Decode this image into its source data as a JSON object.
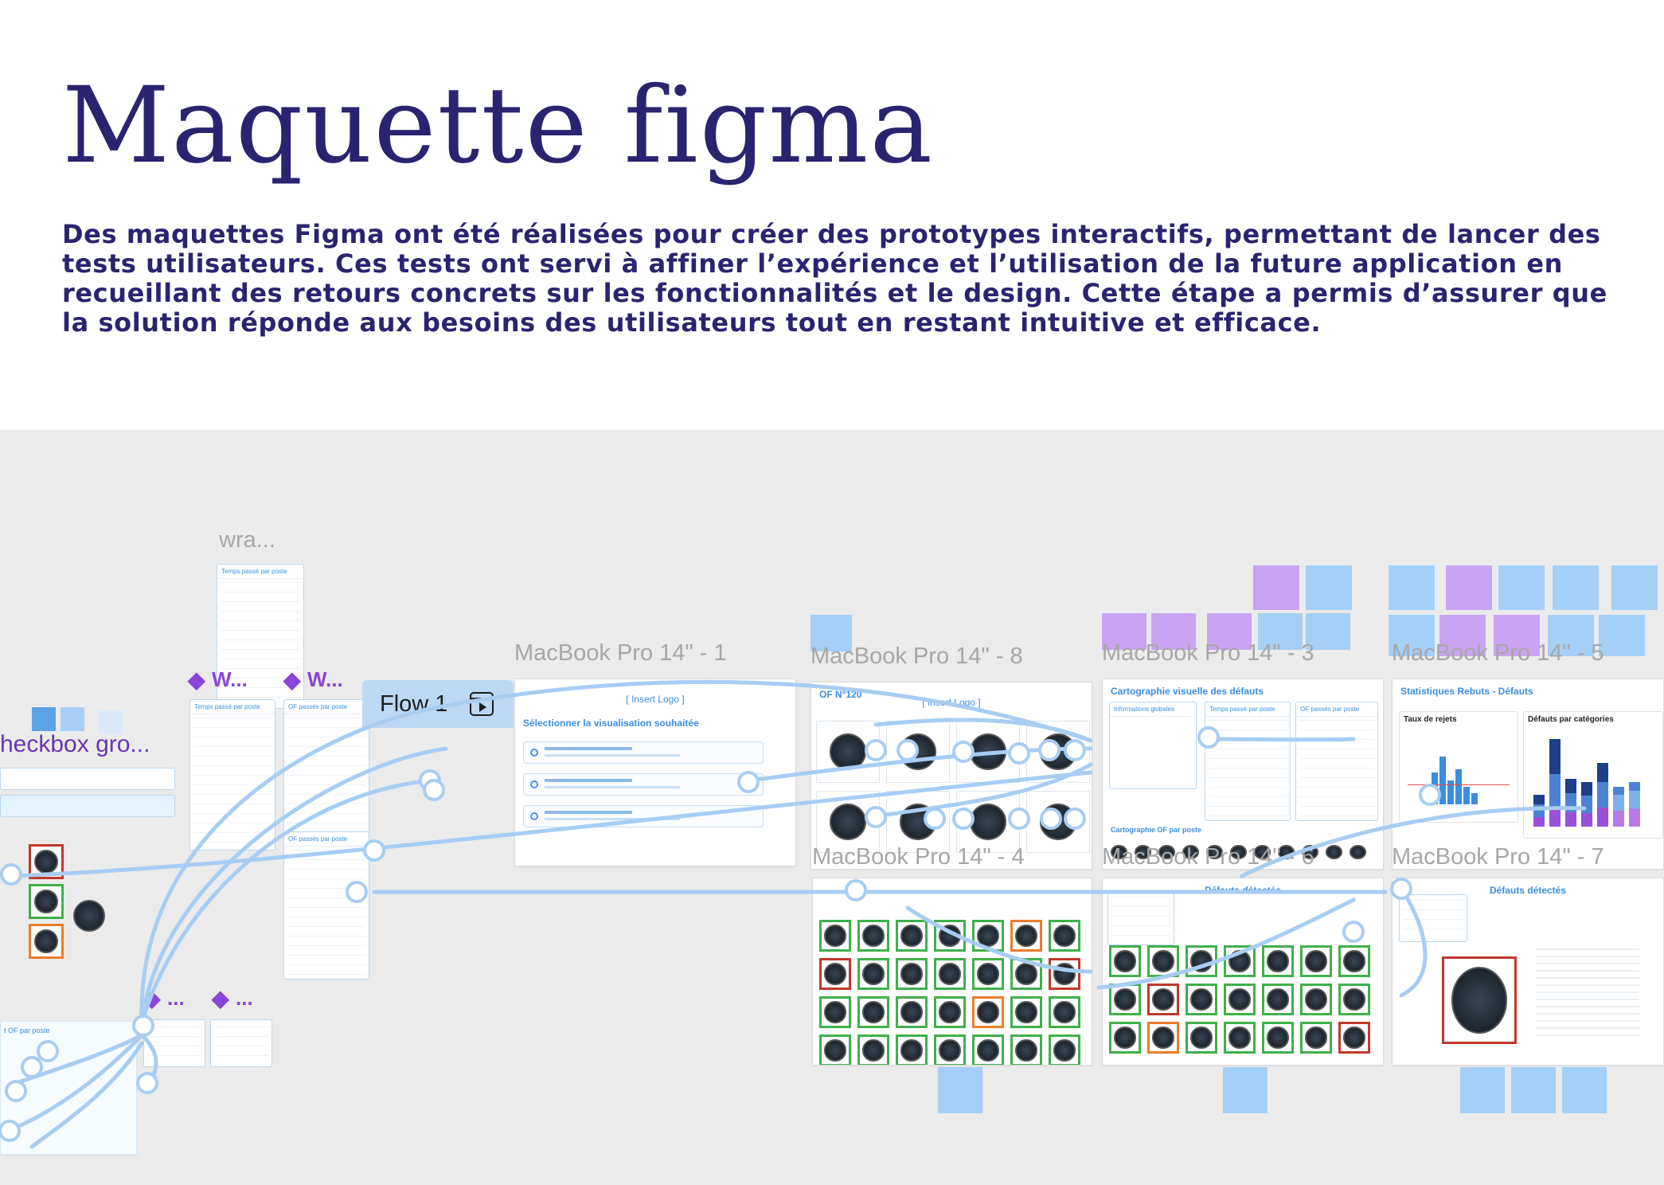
{
  "heading": {
    "title": "Maquette figma",
    "intro": "Des maquettes Figma ont été réalisées pour créer des prototypes interactifs, permettant de lancer des tests utilisateurs. Ces tests ont servi à affiner l’expérience et l’utilisation de la future application en recueillant des retours concrets sur les fonctionnalités et le design. Cette étape a permis d’assurer que la solution réponde aux besoins des utilisateurs tout en restant intuitive et efficace."
  },
  "canvas": {
    "left_labels": {
      "wrap": "wra...",
      "checkbox": "heckbox gro...",
      "comp_a": "W...",
      "comp_b": "W...",
      "comp_c": "...",
      "comp_d": "...",
      "of_poste": "t OF par poste"
    },
    "flow": {
      "label": "Flow 1"
    },
    "frames": {
      "f1": {
        "label": "MacBook Pro 14\" - 1",
        "logo": "[ Insert Logo ]",
        "heading": "Sélectionner la visualisation souhaitée"
      },
      "f8": {
        "label": "MacBook Pro 14\" - 8",
        "heading": "OF N°120",
        "logo": "[ Insert Logo ]"
      },
      "f3": {
        "label": "MacBook Pro 14\" - 3",
        "heading": "Cartographie visuelle des défauts",
        "sub_a": "Informations globales",
        "sub_b": "Temps passé par poste",
        "sub_c": "OF passés par poste",
        "sub_d": "Cartographie OF par poste"
      },
      "f5": {
        "label": "MacBook Pro 14\" - 5",
        "heading": "Statistiques Rebuts - Défauts",
        "rate_title": "Taux de rejets",
        "cat_title": "Défauts par catégories"
      },
      "f4": {
        "label": "MacBook Pro 14\" - 4"
      },
      "f6": {
        "label": "MacBook Pro 14\" - 6",
        "heading": "Défauts détectés"
      },
      "f7": {
        "label": "MacBook Pro 14\" - 7",
        "heading": "Défauts détectés"
      }
    },
    "side_panels": {
      "temps": "Temps passé par poste",
      "of_passes": "OF passés par poste"
    }
  },
  "colors": {
    "ink": "#2a2470",
    "canvas": "#ebebeb",
    "accent": "#3b8ee0",
    "flow": "#a8cdf3",
    "sticky_purple": "#c9a4f3",
    "sticky_blue": "#a4cff7",
    "ok": "#41b04c",
    "bad": "#c0392b",
    "warn": "#ea7d2d"
  }
}
